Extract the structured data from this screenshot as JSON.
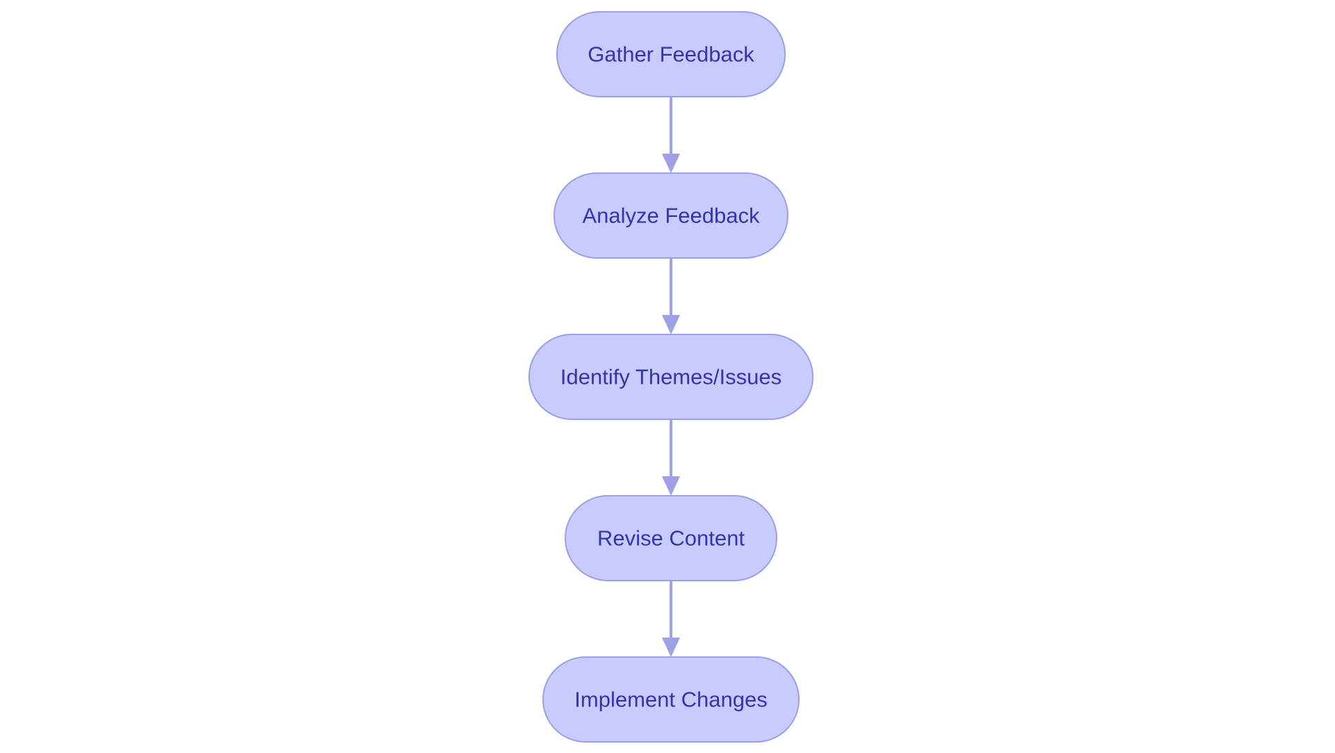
{
  "diagram": {
    "type": "flowchart",
    "direction": "top-to-bottom",
    "colors": {
      "node_fill": "#c8cbfd",
      "node_border": "#9b9fe6",
      "node_text": "#3733b0",
      "edge": "#9ea1e8",
      "background": "#ffffff"
    },
    "nodes": [
      {
        "id": "gather",
        "label": "Gather Feedback"
      },
      {
        "id": "analyze",
        "label": "Analyze Feedback"
      },
      {
        "id": "identify",
        "label": "Identify Themes/Issues"
      },
      {
        "id": "revise",
        "label": "Revise Content"
      },
      {
        "id": "implement",
        "label": "Implement Changes"
      }
    ],
    "edges": [
      {
        "from": "gather",
        "to": "analyze"
      },
      {
        "from": "analyze",
        "to": "identify"
      },
      {
        "from": "identify",
        "to": "revise"
      },
      {
        "from": "revise",
        "to": "implement"
      }
    ]
  }
}
